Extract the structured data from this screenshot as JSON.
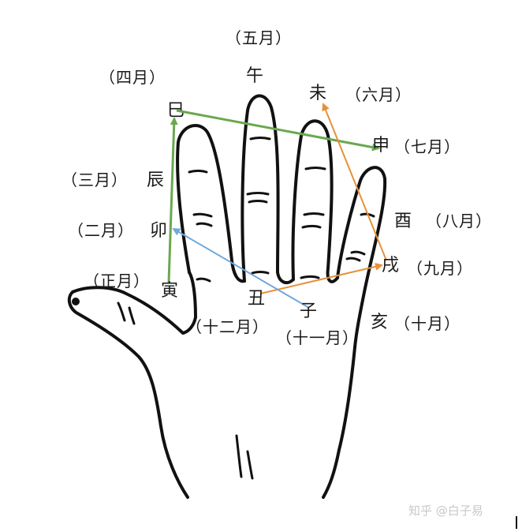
{
  "labels": {
    "si": "巳",
    "wu": "午",
    "wei": "未",
    "shen": "申",
    "you": "酉",
    "xu": "戌",
    "hai": "亥",
    "zi": "子",
    "chou": "丑",
    "yin": "寅",
    "mao": "卯",
    "chen": "辰",
    "m4": "（四月）",
    "m5": "（五月）",
    "m6": "（六月）",
    "m7": "（七月）",
    "m8": "（八月）",
    "m9": "（九月）",
    "m10": "（十月）",
    "m11": "（十一月）",
    "m12": "（十二月）",
    "m1": "（正月）",
    "m2": "（二月）",
    "m3": "（三月）"
  },
  "watermark": "知乎 @白子易",
  "colors": {
    "green": "#6aa84f",
    "orange": "#e69138",
    "blue": "#6fa8dc",
    "outline": "#111111"
  }
}
